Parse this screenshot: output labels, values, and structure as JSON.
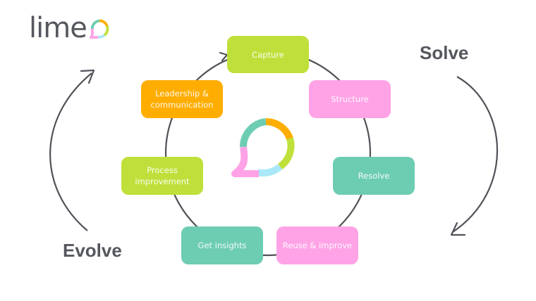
{
  "logo": {
    "text": "lime",
    "name": "lime"
  },
  "labels": {
    "solve": "Solve",
    "evolve": "Evolve"
  },
  "colors": {
    "lime": "#bfe03a",
    "orange": "#ffad00",
    "pink": "#ffa3e6",
    "teal": "#6dcdb3",
    "light_blue": "#a9e8f7",
    "text_dark": "#55575e",
    "line": "#505258"
  },
  "steps": [
    {
      "id": "capture",
      "label": "Capture",
      "color": "#bfe03a"
    },
    {
      "id": "structure",
      "label": "Structure",
      "color": "#ffa3e6"
    },
    {
      "id": "resolve",
      "label": "Resolve",
      "color": "#6dcdb3"
    },
    {
      "id": "reuse",
      "label": "Reuse & improve",
      "color": "#ffa3e6"
    },
    {
      "id": "insights",
      "label": "Get insights",
      "color": "#6dcdb3"
    },
    {
      "id": "process",
      "label": "Process improvement",
      "color": "#bfe03a"
    },
    {
      "id": "leadership",
      "label": "Leadership & communication",
      "color": "#ffad00"
    }
  ]
}
